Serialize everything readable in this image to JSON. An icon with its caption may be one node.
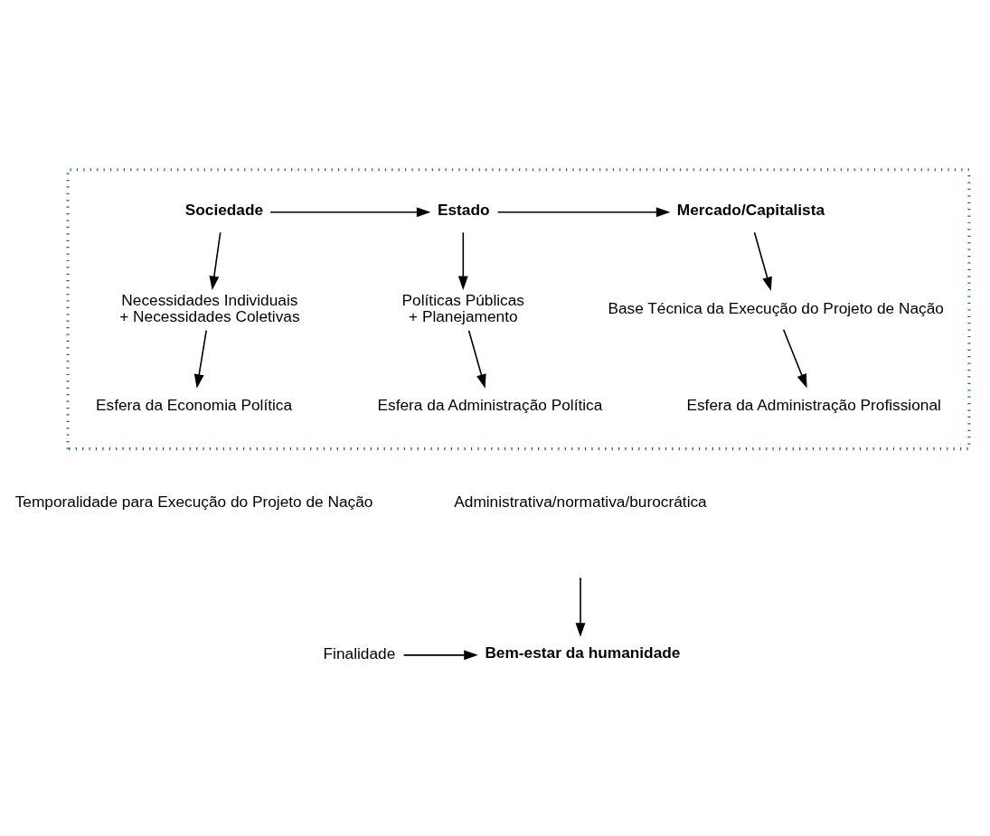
{
  "diagram": {
    "nodes": [
      {
        "text": [],
        "shape": "box"
      },
      {
        "text": [
          "Sociedade"
        ],
        "in": 0
      },
      {
        "text": [
          "Estado"
        ],
        "in": 0
      },
      {
        "text": [
          "Mercado/Capitalista"
        ],
        "in": 0
      },
      {
        "text": [
          "Necessidades Individuais",
          "+ Necessidades Coletivas"
        ],
        "in": 0
      },
      {
        "text": [
          "Políticas Públicas",
          "+ Planejamento"
        ],
        "in": 0
      },
      {
        "text": [
          "Base Técnica da Execução do Projeto de Nação"
        ],
        "in": 0
      },
      {
        "text": [
          "Esfera da Economia Política"
        ],
        "in": 0
      },
      {
        "text": [
          "Esfera da Administração Política"
        ],
        "in": 0
      },
      {
        "text": [
          "Esfera da Administração Profissional"
        ],
        "in": 0
      },
      {
        "text": [
          "Finalidade"
        ]
      },
      {
        "text": [
          "Bem-estar da humanidade"
        ]
      }
    ],
    "edges": [
      {
        "from": 1,
        "to": 2,
        "arrow": "to"
      },
      {
        "from": 2,
        "to": 3,
        "arrow": "to"
      },
      {
        "from": 1,
        "to": 4,
        "arrow": "to"
      },
      {
        "from": 2,
        "to": 5,
        "arrow": "to"
      },
      {
        "from": 3,
        "to": 6,
        "arrow": "to"
      },
      {
        "from": 4,
        "to": 7,
        "arrow": "to"
      },
      {
        "from": 5,
        "to": 8,
        "arrow": "to"
      },
      {
        "from": 6,
        "to": 9,
        "arrow": "to"
      },
      {
        "from": null,
        "to": 11,
        "arrow": "to"
      },
      {
        "from": 10,
        "to": 11,
        "arrow": "to"
      }
    ],
    "labels": [
      "Temporalidade para Execução do Projeto de Nação",
      "Administrativa/normativa/burocrática"
    ]
  }
}
